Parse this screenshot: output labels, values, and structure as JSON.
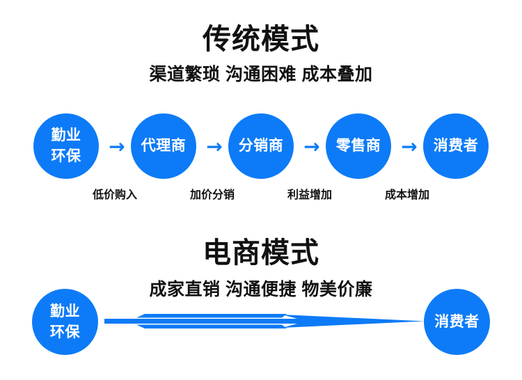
{
  "colors": {
    "brand_blue": "#0d7bf7",
    "text_black": "#111111",
    "background": "#ffffff"
  },
  "traditional": {
    "title": "传统模式",
    "subtitle": "渠道繁琐 沟通困难 成本叠加",
    "nodes": [
      {
        "line1": "勤业",
        "line2": "环保"
      },
      {
        "line1": "代理商",
        "line2": ""
      },
      {
        "line1": "分销商",
        "line2": ""
      },
      {
        "line1": "零售商",
        "line2": ""
      },
      {
        "line1": "消费者",
        "line2": ""
      }
    ],
    "connectors": [
      "→",
      "→",
      "→",
      "→"
    ],
    "captions": [
      "低价购入",
      "加价分销",
      "利益增加",
      "成本增加"
    ]
  },
  "ecommerce": {
    "title": "电商模式",
    "subtitle": "成家直销 沟通便捷 物美价廉",
    "nodes": [
      {
        "line1": "勤业",
        "line2": "环保"
      },
      {
        "line1": "消费者",
        "line2": ""
      }
    ],
    "connector_icon": "long-right-arrow"
  }
}
